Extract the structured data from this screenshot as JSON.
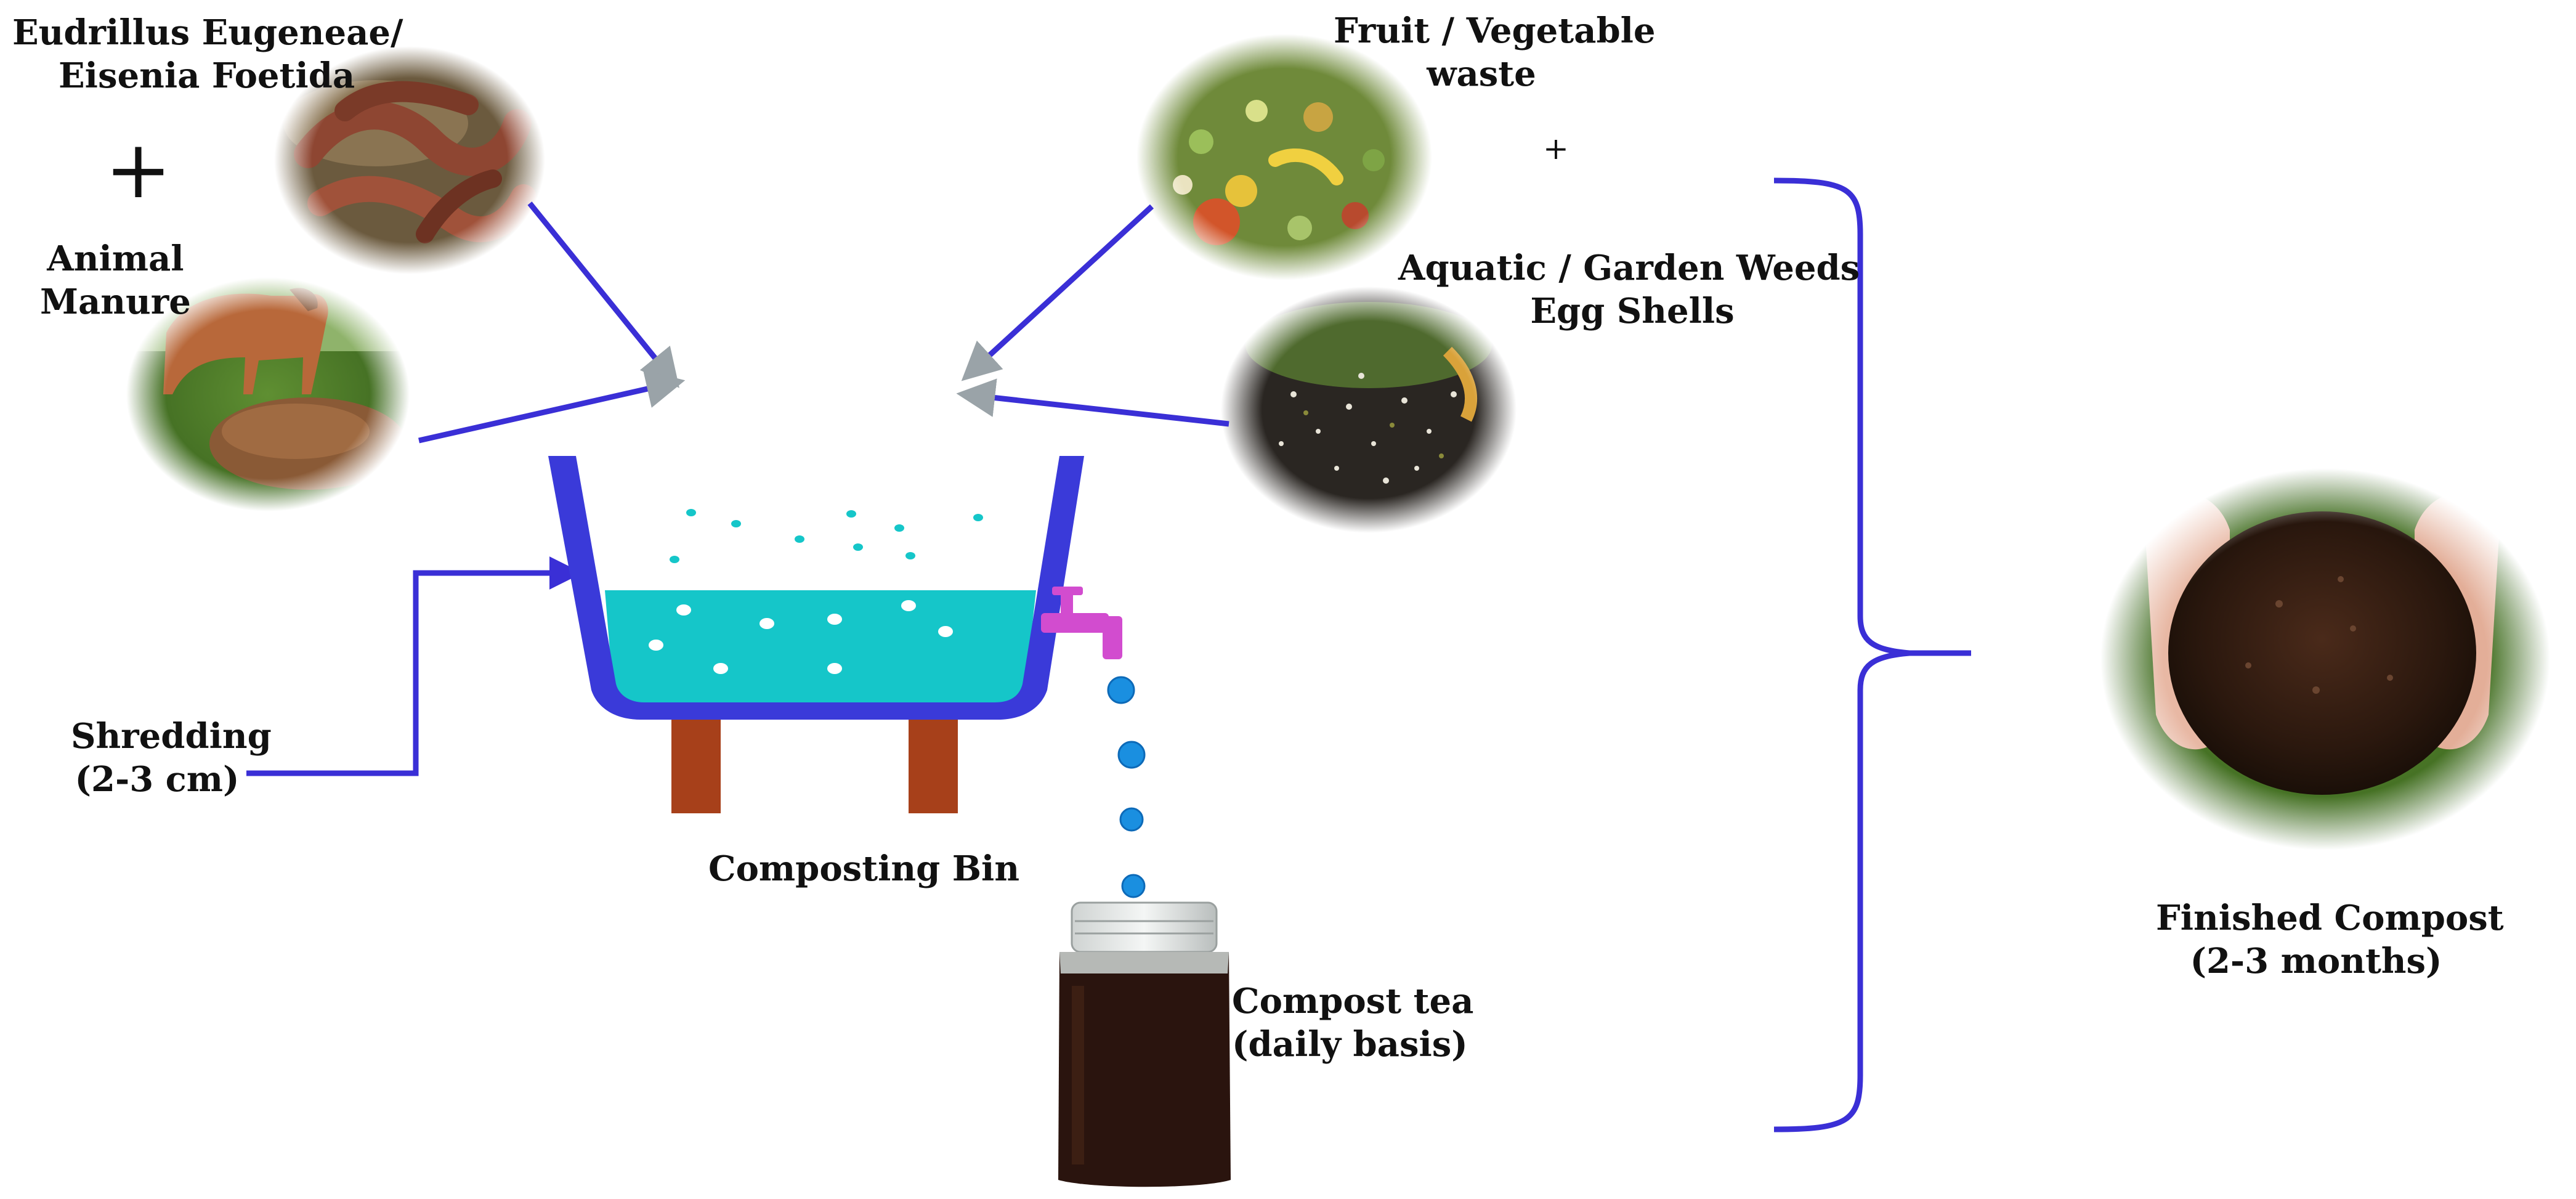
{
  "labels": {
    "worms_line1": "Eudrillus Eugeneae/",
    "worms_line2": "Eisenia Foetida",
    "plus_big": "+",
    "manure_line1": "Animal",
    "manure_line2": "Manure",
    "fruit_line1": "Fruit / Vegetable",
    "fruit_line2": "waste",
    "plus_small": "+",
    "weeds_line1": "Aquatic / Garden Weeds",
    "weeds_line2": "Egg Shells",
    "shredding_line1": "Shredding",
    "shredding_line2": "(2-3 cm)",
    "bin": "Composting Bin",
    "tea_line1": "Compost tea",
    "tea_line2": "(daily basis)",
    "compost_line1": "Finished Compost",
    "compost_line2": "(2-3 months)"
  },
  "icons": {
    "worms": "earthworms-photo",
    "manure": "horse-and-manure-photo",
    "fruit": "fruit-vegetable-waste-photo",
    "weeds": "weeds-eggshells-photo",
    "compost": "hands-holding-compost-photo",
    "tea": "compost-tea-jar"
  },
  "colors": {
    "arrow": "#3a2fd6",
    "bin": "#3a3ad9",
    "water": "#15c6c9",
    "legs": "#a7401a",
    "tap": "#d24ccf",
    "droplet": "#1a8fe0",
    "tea": "#2a140e"
  }
}
